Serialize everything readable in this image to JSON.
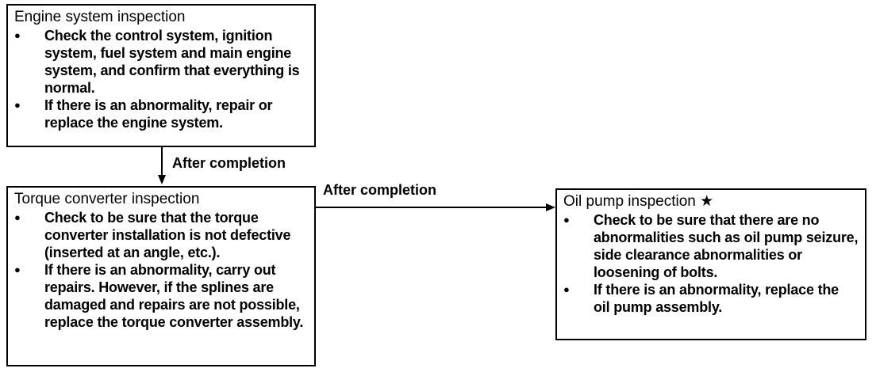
{
  "boxes": {
    "engine": {
      "title": "Engine system inspection",
      "bullets": [
        "Check the control system, ignition system, fuel system and main engine system, and confirm that everything is normal.",
        "If there is an abnormality, repair or replace the engine system."
      ]
    },
    "torque": {
      "title": "Torque converter inspection",
      "bullets": [
        "Check to be sure that the torque converter installation is not defective (inserted at an angle, etc.).",
        "If there is an abnormality, carry out repairs. However, if the splines are damaged and repairs are not possible, replace the torque converter assembly."
      ]
    },
    "oil_pump": {
      "title": "Oil pump inspection ★",
      "bullets": [
        "Check to be sure that there are no abnormalities such as oil pump seizure, side clearance abnormalities or loosening of bolts.",
        "If there is an abnormality, replace the oil pump assembly."
      ]
    }
  },
  "edges": {
    "engine_to_torque": "After completion",
    "torque_to_oil_pump": "After completion"
  }
}
